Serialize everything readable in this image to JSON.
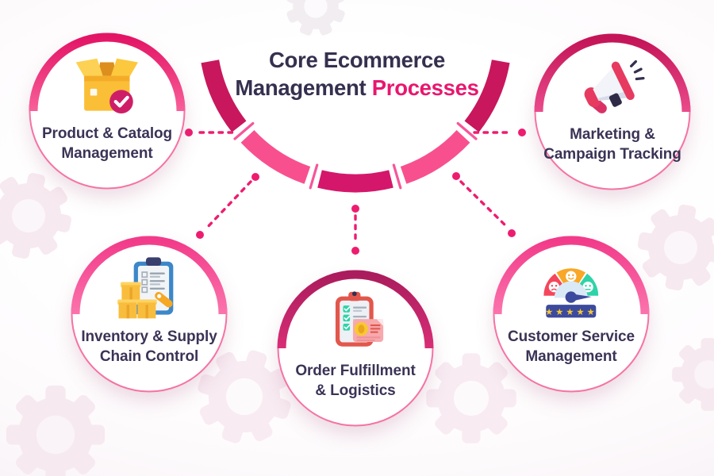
{
  "title": {
    "line1": "Core Ecommerce",
    "line2_dark": "Management",
    "line2_accent": "Processes",
    "dark_color": "#36304f",
    "accent_color": "#e8176e"
  },
  "hub": {
    "segment_colors": [
      "#c8175d",
      "#f8508f",
      "#d4176b",
      "#f8508f",
      "#c8175d"
    ],
    "tick_color": "#f6569b",
    "connector_color": "#ee1c6f",
    "node_ring_color": "#f573a3"
  },
  "label_color": "#3b3356",
  "background": {
    "gear_color": "#f7e9f0",
    "gear_color_gray": "#f1edf1"
  },
  "nodes": [
    {
      "id": "product-catalog-management",
      "line1": "Product & Catalog",
      "line2": "Management",
      "icon": "product-box-icon",
      "arc_gradient": [
        "#e31465",
        "#f86099"
      ]
    },
    {
      "id": "marketing-campaign-tracking",
      "line1": "Marketing &",
      "line2": "Campaign Tracking",
      "icon": "megaphone-icon",
      "arc_gradient": [
        "#c31457",
        "#ea4b8b"
      ]
    },
    {
      "id": "inventory-supply-chain-control",
      "line1": "Inventory & Supply",
      "line2": "Chain Control",
      "icon": "inventory-clipboard-icon",
      "arc_gradient": [
        "#f23b8a",
        "#fb74ac"
      ]
    },
    {
      "id": "order-fulfillment-logistics",
      "line1": "Order Fulfillment",
      "line2": "& Logistics",
      "icon": "order-checklist-icon",
      "arc_gradient": [
        "#aa1c5d",
        "#d82e76"
      ]
    },
    {
      "id": "customer-service-management",
      "line1": "Customer Service",
      "line2": "Management",
      "icon": "satisfaction-gauge-icon",
      "arc_gradient": [
        "#f23b8a",
        "#fb74ac"
      ],
      "stars": "★★★★★"
    }
  ]
}
